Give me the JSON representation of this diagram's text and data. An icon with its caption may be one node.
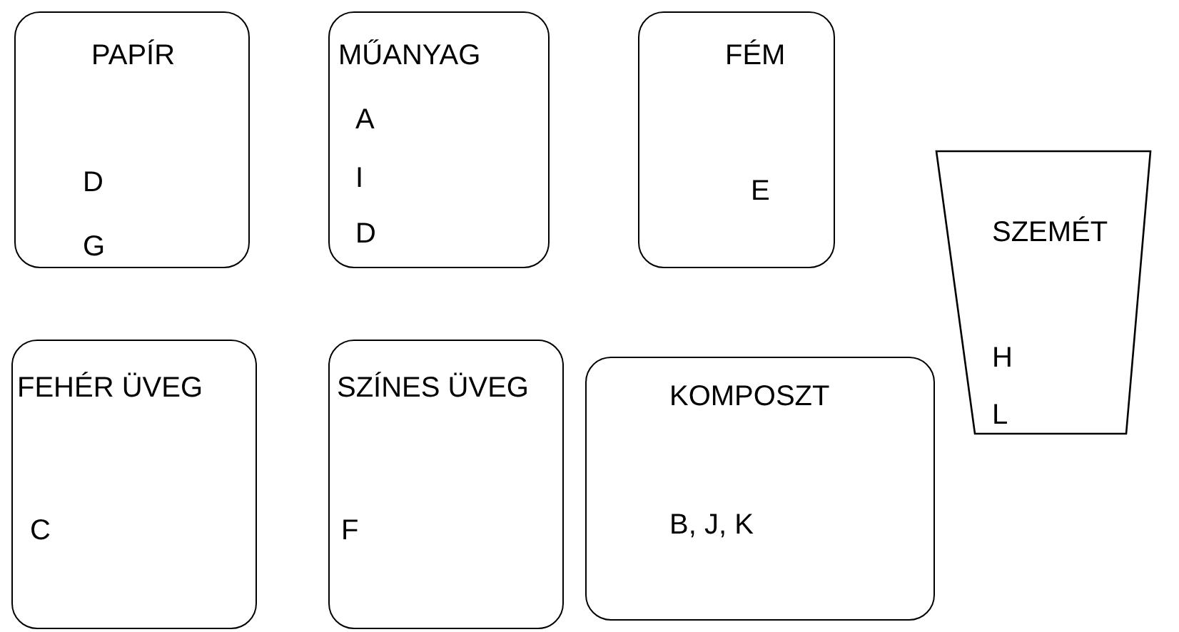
{
  "diagram": {
    "nodes": [
      {
        "text": [
          "PAPÍR",
          "D",
          "G"
        ]
      },
      {
        "text": [
          "MŰANYAG",
          "A",
          "I",
          "D"
        ]
      },
      {
        "text": [
          "FÉM",
          "E"
        ]
      },
      {
        "text": [
          "SZEMÉT",
          "H",
          "L"
        ]
      },
      {
        "text": [
          "FEHÉR ÜVEG",
          "C"
        ]
      },
      {
        "text": [
          "SZÍNES ÜVEG",
          "F"
        ]
      },
      {
        "text": [
          "KOMPOSZT",
          "B, J, K"
        ]
      }
    ]
  }
}
